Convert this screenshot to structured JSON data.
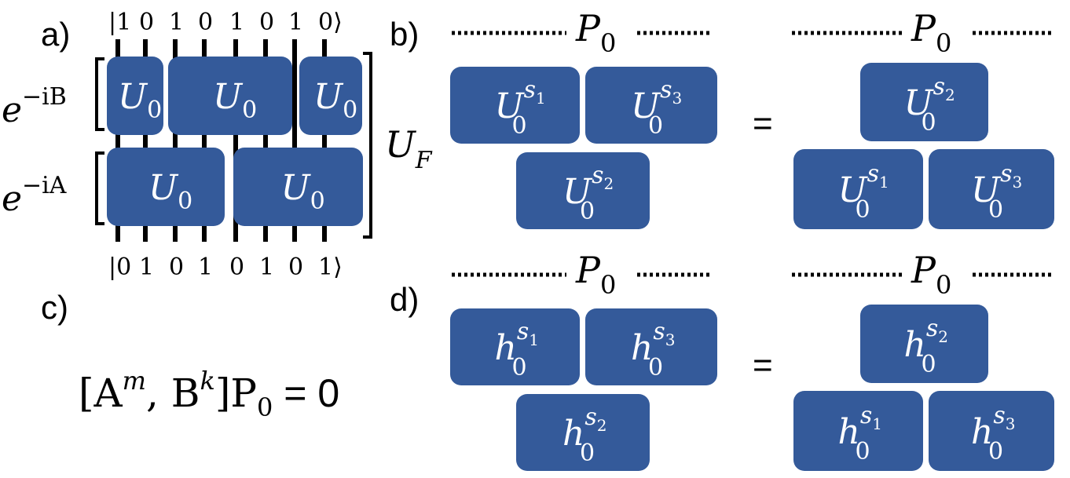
{
  "panels": {
    "a": {
      "label": "a)",
      "ket_top": [
        "|1",
        "0",
        "1",
        "0",
        "1",
        "0",
        "1",
        "0⟩"
      ],
      "ket_bottom": [
        "|0",
        "1",
        "0",
        "1",
        "0",
        "1",
        "0",
        "1⟩"
      ],
      "layer_b": {
        "label": "e",
        "exp": "−iB",
        "blocks": [
          "U",
          "U",
          "U"
        ],
        "sub": "0"
      },
      "layer_a": {
        "label": "e",
        "exp": "−iA",
        "blocks": [
          "U",
          "U"
        ],
        "sub": "0"
      },
      "total": {
        "label": "U",
        "sub": "F"
      }
    },
    "b": {
      "label": "b)",
      "proj": "P",
      "proj_sub": "0",
      "dots": "..........",
      "equals": "=",
      "base": "U",
      "sub": "0",
      "sups": {
        "s1": "s",
        "s1_sub": "1",
        "s2": "s",
        "s2_sub": "2",
        "s3": "s",
        "s3_sub": "3"
      }
    },
    "c": {
      "label": "c)",
      "formula_pre": "[A",
      "m": "m",
      "comma": ", B",
      "k": "k",
      "post": "]P",
      "post_sub": "0",
      "eq": " = 0"
    },
    "d": {
      "label": "d)",
      "proj": "P",
      "proj_sub": "0",
      "dots": "..........",
      "equals": "=",
      "base": "h",
      "sub": "0",
      "sups": {
        "s1": "s",
        "s1_sub": "1",
        "s2": "s",
        "s2_sub": "2",
        "s3": "s",
        "s3_sub": "3"
      }
    }
  },
  "colors": {
    "block": "#345a9a",
    "block_text": "#ffffff",
    "line": "#000000"
  }
}
